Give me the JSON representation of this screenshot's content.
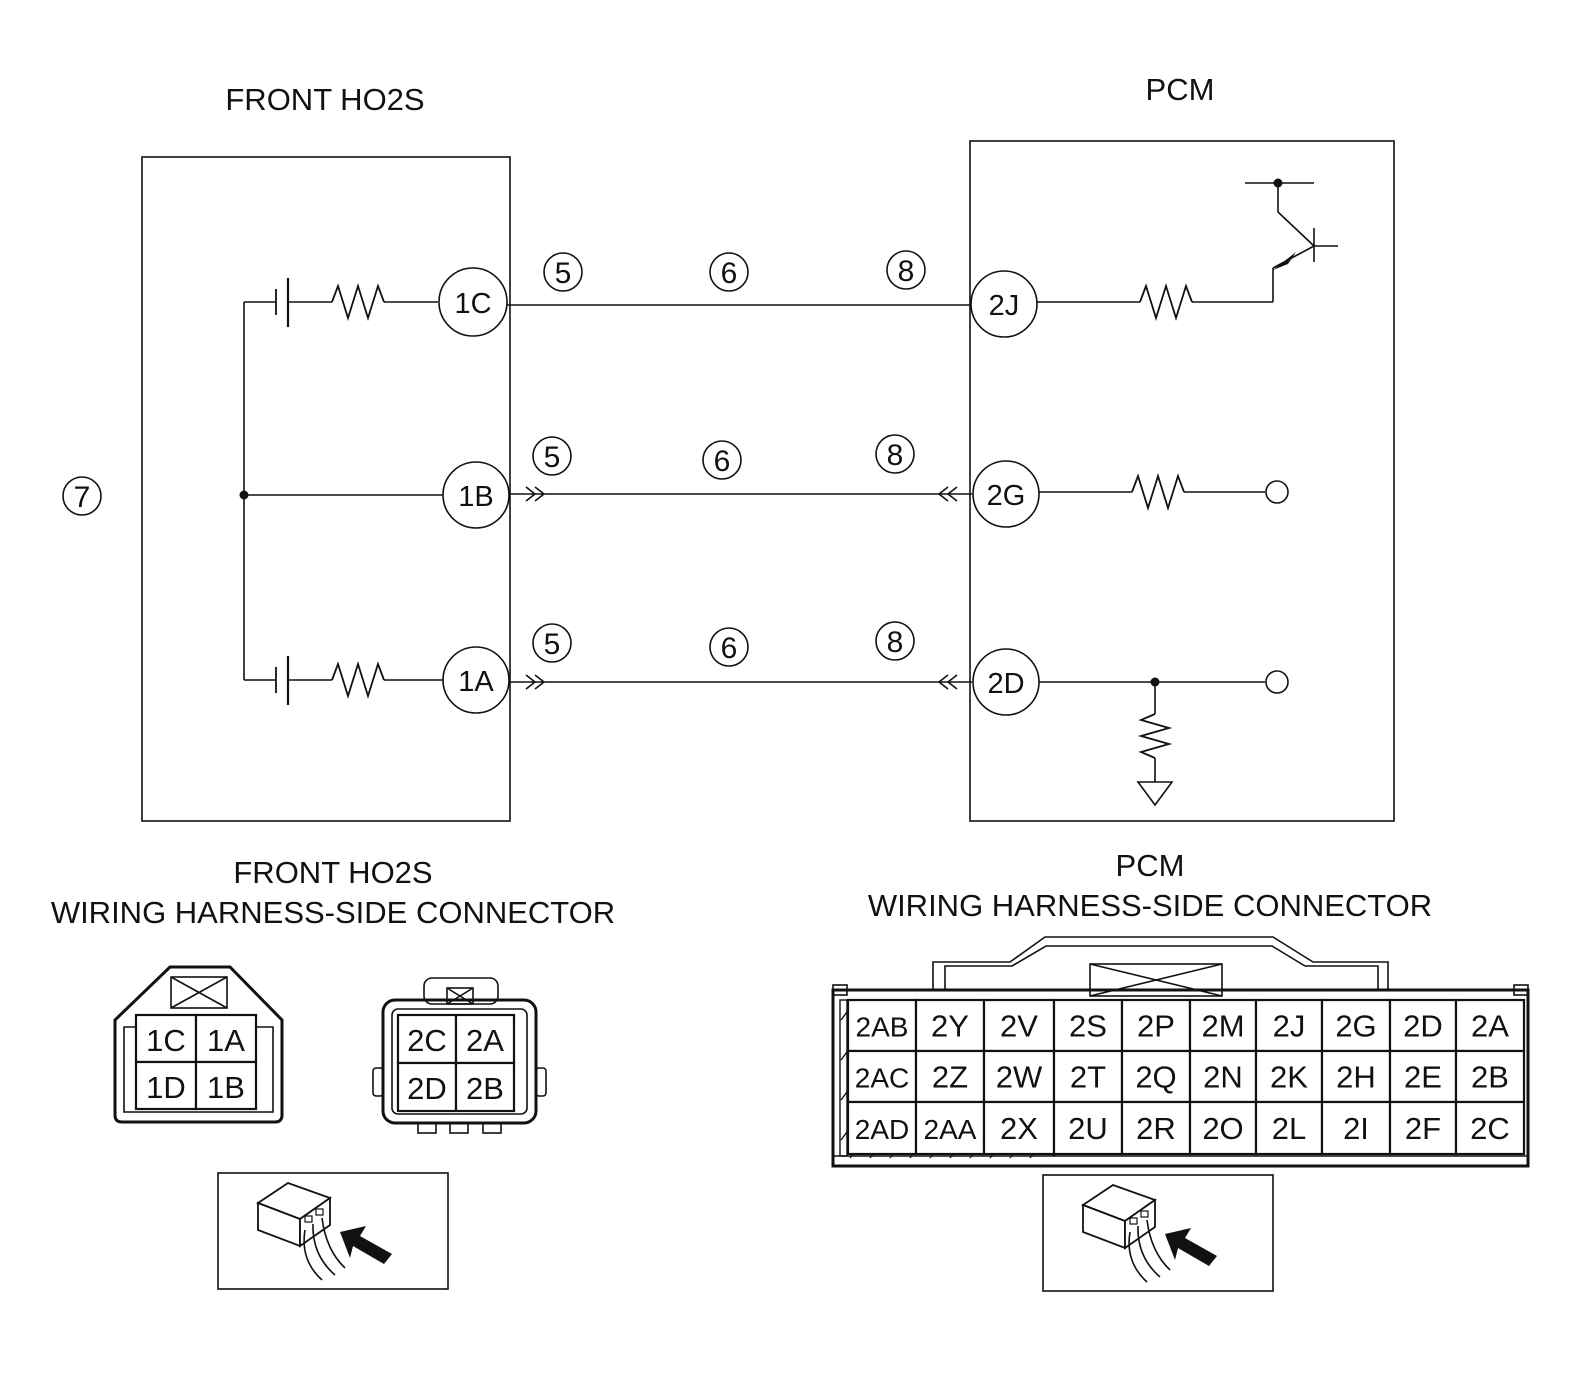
{
  "titles": {
    "sensor": "FRONT HO2S",
    "pcm": "PCM"
  },
  "markers": {
    "callout_5": "5",
    "callout_6": "6",
    "callout_7": "7",
    "callout_8": "8"
  },
  "sensor_terminals": [
    "1C",
    "1B",
    "1A"
  ],
  "pcm_terminals": [
    "2J",
    "2G",
    "2D"
  ],
  "connector_titles": {
    "sensor_line1": "FRONT HO2S",
    "sensor_line2": "WIRING HARNESS-SIDE CONNECTOR",
    "pcm_line1": "PCM",
    "pcm_line2": "WIRING HARNESS-SIDE CONNECTOR"
  },
  "sensor_connector_a": [
    [
      "1C",
      "1A"
    ],
    [
      "1D",
      "1B"
    ]
  ],
  "sensor_connector_b": [
    [
      "2C",
      "2A"
    ],
    [
      "2D",
      "2B"
    ]
  ],
  "pcm_connector": [
    [
      "2AB",
      "2Y",
      "2V",
      "2S",
      "2P",
      "2M",
      "2J",
      "2G",
      "2D",
      "2A"
    ],
    [
      "2AC",
      "2Z",
      "2W",
      "2T",
      "2Q",
      "2N",
      "2K",
      "2H",
      "2E",
      "2B"
    ],
    [
      "2AD",
      "2AA",
      "2X",
      "2U",
      "2R",
      "2O",
      "2L",
      "2I",
      "2F",
      "2C"
    ]
  ]
}
